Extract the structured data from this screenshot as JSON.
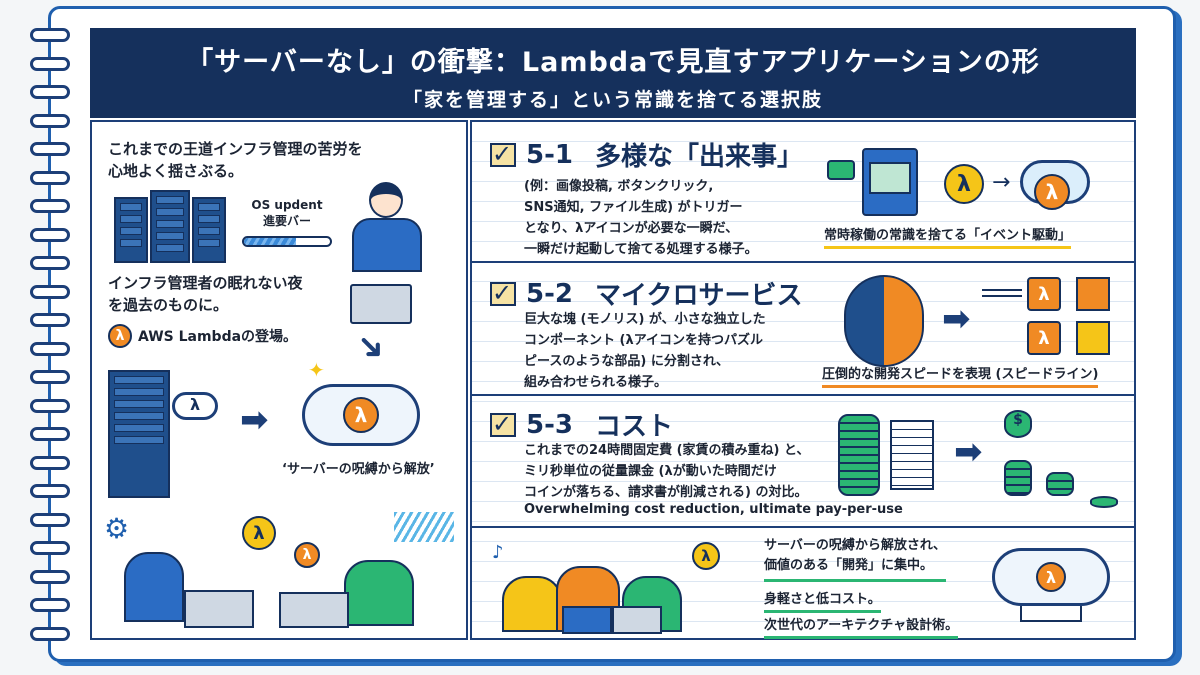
{
  "header": {
    "title": "「サーバーなし」の衝撃：Lambdaで見直すアプリケーションの形",
    "subtitle": "「家を管理する」という常識を捨てる選択肢"
  },
  "left": {
    "intro": "これまでの王道インフラ管理の苦労を\n心地よく揺さぶる。",
    "progress_label_1": "OS updent",
    "progress_label_2": "進要バー",
    "progress": 0.6,
    "night": "インフラ管理者の眠れない夜\nを過去のものに。",
    "lambda_intro": "AWS Lambdaの登場。",
    "release": "‘サーバーの呪縛から解放’"
  },
  "lambda_symbol": "λ",
  "sections": [
    {
      "num": "5-1",
      "title": "多様な「出来事」",
      "body": "(例：画像投稿, ボタンクリック,\nSNS通知, ファイル生成) がトリガー\nとなり、λアイコンが必要な一瞬だ、\n一瞬だけ起動して捨てる処理する様子。",
      "caption": "常時稼働の常識を捨てる「イベント駆動」"
    },
    {
      "num": "5-2",
      "title": "マイクロサービス",
      "body": "巨大な塊 (モノリス) が、小さな独立した\nコンポーネント (λアイコンを持つパズル\nピースのような部品) に分割され、\n組み合わせられる様子。",
      "caption": "圧倒的な開発スピードを表現 (スピードライン)"
    },
    {
      "num": "5-3",
      "title": "コスト",
      "body": "これまでの24時間固定費 (家賃の積み重ね) と、\nミリ秒単位の従量課金 (λが動いた時間だけ\nコインが落ちる、請求書が削減される) の対比。",
      "caption": "Overwhelming cost reduction, ultimate pay-per-use"
    }
  ],
  "summary": [
    "サーバーの呪縛から解放され、\n価値のある「開発」に集中。",
    "身軽さと低コスト。",
    "次世代のアーキテクチャ設計術。"
  ],
  "colors": {
    "navy": "#15305c",
    "orange": "#f08a24",
    "green": "#2bb673",
    "yellow": "#f5c518"
  }
}
